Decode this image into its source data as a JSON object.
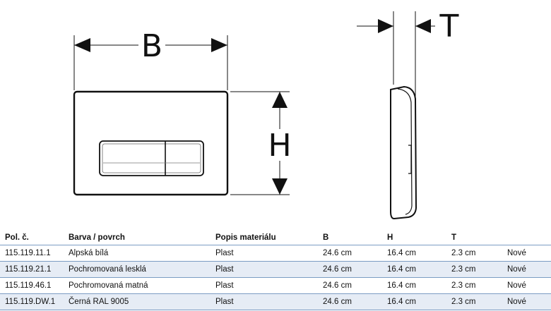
{
  "drawing": {
    "dimension_width": "B",
    "dimension_height": "H",
    "dimension_thickness": "T"
  },
  "table": {
    "headers": [
      "Pol. č.",
      "Barva / povrch",
      "Popis materiálu",
      "B",
      "H",
      "T",
      ""
    ],
    "rows": [
      [
        "115.119.11.1",
        "Alpská bílá",
        "Plast",
        "24.6 cm",
        "16.4 cm",
        "2.3 cm",
        "Nové"
      ],
      [
        "115.119.21.1",
        "Pochromovaná lesklá",
        "Plast",
        "24.6 cm",
        "16.4 cm",
        "2.3 cm",
        "Nové"
      ],
      [
        "115.119.46.1",
        "Pochromovaná matná",
        "Plast",
        "24.6 cm",
        "16.4 cm",
        "2.3 cm",
        "Nové"
      ],
      [
        "115.119.DW.1",
        "Černá RAL 9005",
        "Plast",
        "24.6 cm",
        "16.4 cm",
        "2.3 cm",
        "Nové"
      ]
    ]
  },
  "colors": {
    "row_shade": "#e6ecf5",
    "rule_line": "#7b9cc3",
    "line": "#111111"
  }
}
